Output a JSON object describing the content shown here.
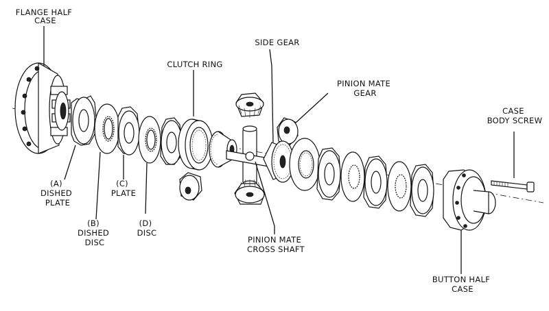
{
  "labels": {
    "flange_half_case": [
      "FLANGE HALF",
      "CASE"
    ],
    "clutch_ring": [
      "CLUTCH RING"
    ],
    "side_gear": [
      "SIDE GEAR"
    ],
    "pinion_mate_gear": [
      "PINION MATE",
      "GEAR"
    ],
    "case_body_screw": [
      "CASE",
      "BODY SCREW"
    ],
    "dished_plate": [
      "(A)",
      "DISHED",
      "PLATE"
    ],
    "dished_disc": [
      "(B)",
      "DISHED",
      "DISC"
    ],
    "plate": [
      "(C)",
      "PLATE"
    ],
    "disc": [
      "(D)",
      "DISC"
    ],
    "pinion_mate_cross_shaft": [
      "PINION MATE",
      "CROSS SHAFT"
    ],
    "button_half_case": [
      "BUTTON HALF",
      "CASE"
    ]
  }
}
